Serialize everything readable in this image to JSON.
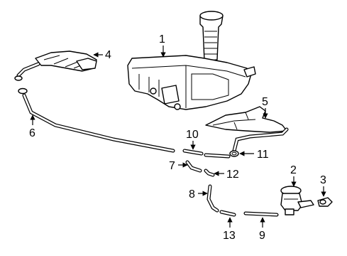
{
  "diagram": {
    "callouts": [
      {
        "id": "part-1",
        "label": "1"
      },
      {
        "id": "part-2",
        "label": "2"
      },
      {
        "id": "part-3",
        "label": "3"
      },
      {
        "id": "part-4",
        "label": "4"
      },
      {
        "id": "part-5",
        "label": "5"
      },
      {
        "id": "part-6",
        "label": "6"
      },
      {
        "id": "part-7",
        "label": "7"
      },
      {
        "id": "part-8",
        "label": "8"
      },
      {
        "id": "part-9",
        "label": "9"
      },
      {
        "id": "part-10",
        "label": "10"
      },
      {
        "id": "part-11",
        "label": "11"
      },
      {
        "id": "part-12",
        "label": "12"
      },
      {
        "id": "part-13",
        "label": "13"
      }
    ]
  }
}
